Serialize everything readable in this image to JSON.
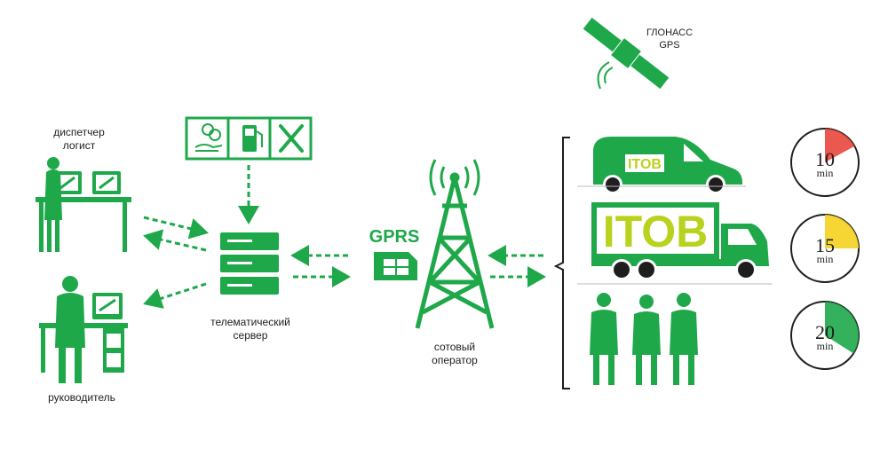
{
  "colors": {
    "green": "#1ea84a",
    "dark_green": "#0f8a3a",
    "lime": "#b9d21e",
    "red": "#e8463c",
    "yellow": "#f4d21f"
  },
  "labels": {
    "dispatcher_line1": "диспетчер",
    "dispatcher_line2": "логист",
    "manager": "руководитель",
    "server_line1": "телематический",
    "server_line2": "сервер",
    "operator_line1": "сотовый",
    "operator_line2": "оператор",
    "satellite_line1": "ГЛОНАСС",
    "satellite_line2": "GPS",
    "gprs": "GPRS",
    "brand_van": "ITOB",
    "brand_truck": "ITOB"
  },
  "timers": [
    {
      "value": "10",
      "unit": "min",
      "color": "#e8463c",
      "fraction": 0.17
    },
    {
      "value": "15",
      "unit": "min",
      "color": "#f4d21f",
      "fraction": 0.25
    },
    {
      "value": "20",
      "unit": "min",
      "color": "#1ea84a",
      "fraction": 0.34
    }
  ],
  "icons": [
    "coins-hand-icon",
    "fuel-pump-icon",
    "tools-icon"
  ]
}
